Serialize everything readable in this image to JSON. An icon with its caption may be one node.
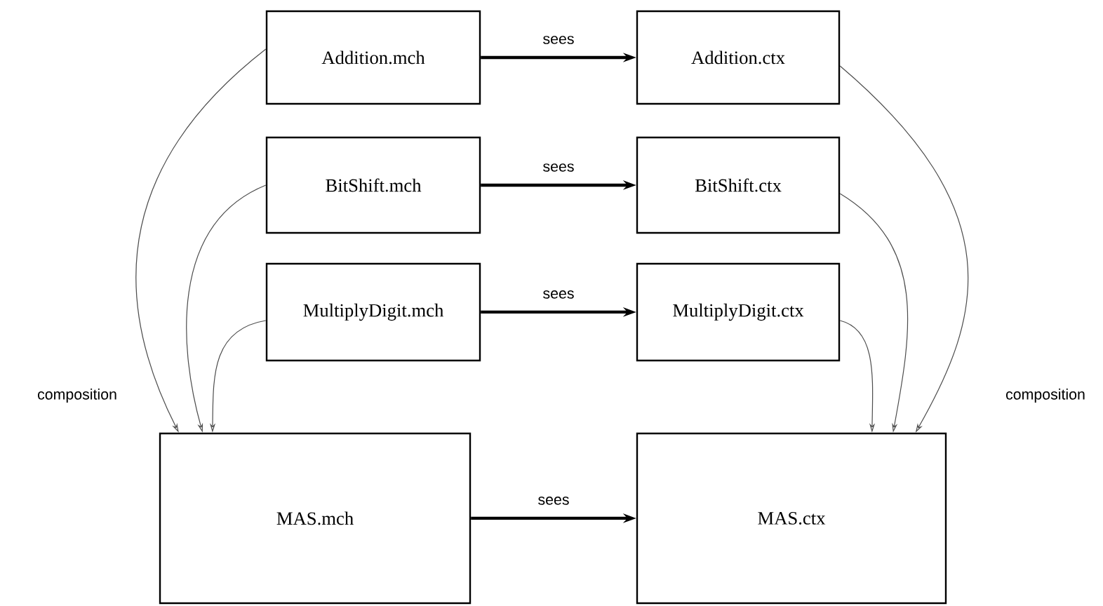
{
  "diagram": {
    "nodes": [
      {
        "text": [
          "Addition.mch"
        ]
      },
      {
        "text": [
          "Addition.ctx"
        ]
      },
      {
        "text": [
          "BitShift.mch"
        ]
      },
      {
        "text": [
          "BitShift.ctx"
        ]
      },
      {
        "text": [
          "MultiplyDigit.mch"
        ]
      },
      {
        "text": [
          "MultiplyDigit.ctx"
        ]
      },
      {
        "text": [
          "MAS.mch"
        ]
      },
      {
        "text": [
          "MAS.ctx"
        ]
      }
    ],
    "edges": [
      {
        "from": 0,
        "to": 1,
        "arrow": "to",
        "label": "sees",
        "style": "thick"
      },
      {
        "from": 2,
        "to": 3,
        "arrow": "to",
        "label": "sees",
        "style": "thick"
      },
      {
        "from": 4,
        "to": 5,
        "arrow": "to",
        "label": "sees",
        "style": "thick"
      },
      {
        "from": 6,
        "to": 7,
        "arrow": "to",
        "label": "sees",
        "style": "thick"
      },
      {
        "from": 0,
        "to": 6,
        "arrow": "to"
      },
      {
        "from": 2,
        "to": 6,
        "arrow": "to"
      },
      {
        "from": 4,
        "to": 6,
        "arrow": "to"
      },
      {
        "from": 1,
        "to": 7,
        "arrow": "to"
      },
      {
        "from": 3,
        "to": 7,
        "arrow": "to"
      },
      {
        "from": 5,
        "to": 7,
        "arrow": "to"
      }
    ],
    "labels": [
      "composition",
      "composition"
    ]
  }
}
